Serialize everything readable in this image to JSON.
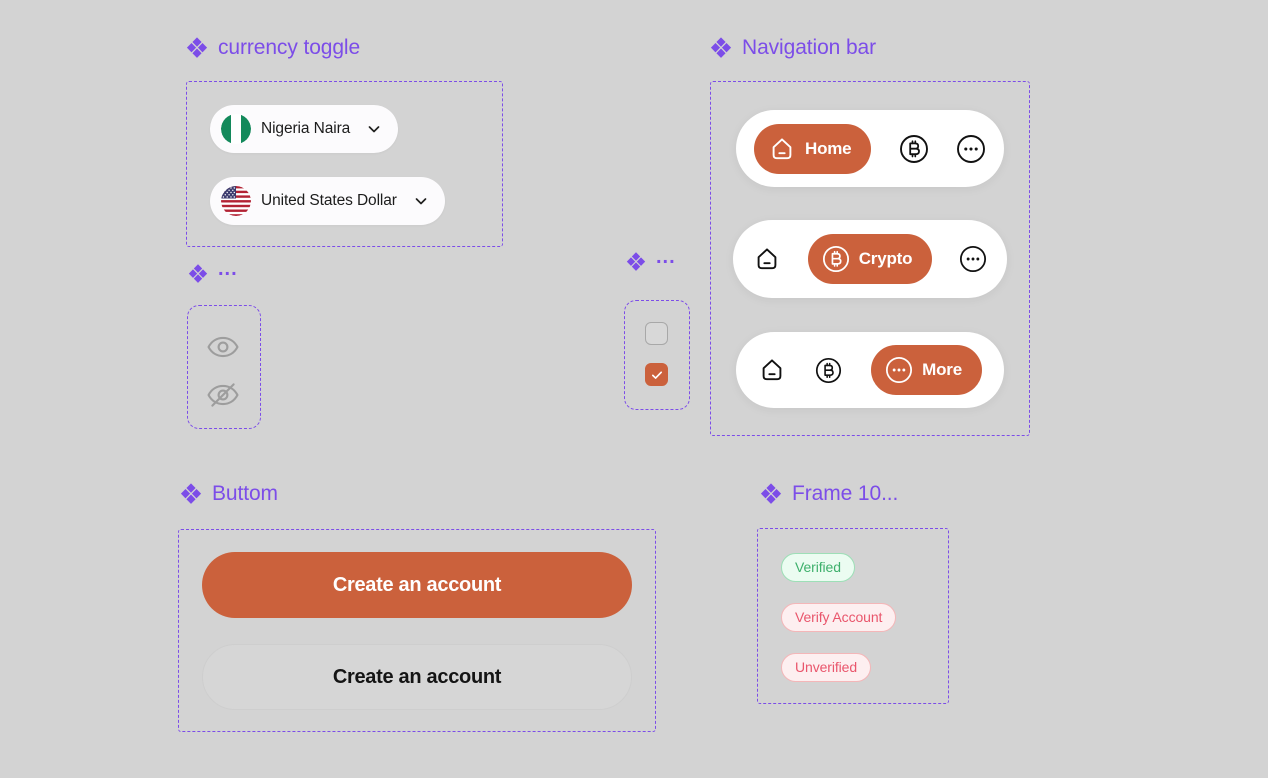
{
  "canvas": {
    "background_color": "#d3d3d3",
    "accent_color": "#cb613c",
    "frame_label_color": "#7c4de8"
  },
  "sections": {
    "currency_toggle": {
      "label": "currency toggle"
    },
    "navigation_bar": {
      "label": "Navigation bar"
    },
    "eye_group": {
      "label": "..."
    },
    "checkbox_group": {
      "label": "..."
    },
    "button": {
      "label": "Buttom"
    },
    "frame10": {
      "label": "Frame 10..."
    }
  },
  "currency_toggle": {
    "options": [
      {
        "name": "Nigeria Naira",
        "flag": "nigeria-flag-icon",
        "chevron": "chevron-down-icon"
      },
      {
        "name": "United States Dollar",
        "flag": "usa-flag-icon",
        "chevron": "chevron-down-icon"
      }
    ]
  },
  "eye_group": {
    "icons": [
      {
        "name": "eye-icon",
        "state": "visible"
      },
      {
        "name": "eye-off-icon",
        "state": "hidden"
      }
    ]
  },
  "checkbox_group": {
    "items": [
      {
        "name": "checkbox-unchecked",
        "checked": false
      },
      {
        "name": "checkbox-checked",
        "checked": true
      }
    ]
  },
  "navigation_bar": {
    "bars": [
      {
        "active_index": 0,
        "items": [
          {
            "icon": "home-icon",
            "label": "Home",
            "active": true
          },
          {
            "icon": "bitcoin-icon",
            "label": "Crypto",
            "active": false
          },
          {
            "icon": "more-icon",
            "label": "More",
            "active": false
          }
        ]
      },
      {
        "active_index": 1,
        "items": [
          {
            "icon": "home-icon",
            "label": "Home",
            "active": false
          },
          {
            "icon": "bitcoin-icon",
            "label": "Crypto",
            "active": true
          },
          {
            "icon": "more-icon",
            "label": "More",
            "active": false
          }
        ]
      },
      {
        "active_index": 2,
        "items": [
          {
            "icon": "home-icon",
            "label": "Home",
            "active": false
          },
          {
            "icon": "bitcoin-icon",
            "label": "Crypto",
            "active": false
          },
          {
            "icon": "more-icon",
            "label": "More",
            "active": true
          }
        ]
      }
    ]
  },
  "buttons": {
    "primary": {
      "label": "Create an account"
    },
    "secondary": {
      "label": "Create an account"
    }
  },
  "badges": [
    {
      "label": "Verified",
      "variant": "verified"
    },
    {
      "label": "Verify Account",
      "variant": "danger"
    },
    {
      "label": "Unverified",
      "variant": "danger"
    }
  ]
}
